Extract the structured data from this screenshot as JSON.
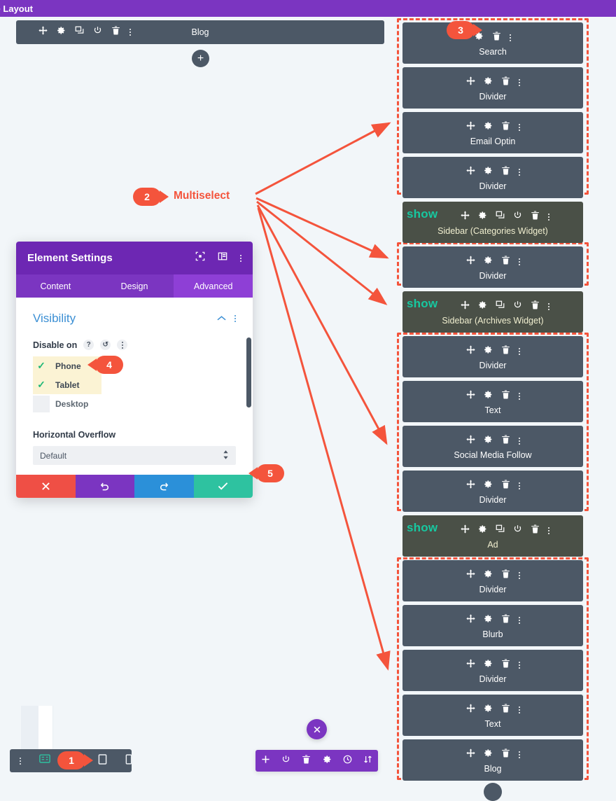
{
  "topbar": {
    "title": "ate Layout",
    "color": "#7b35c1"
  },
  "canvas": {
    "module_bar": {
      "label": "Blog",
      "icons": [
        "move-icon",
        "gear-icon",
        "duplicate-icon",
        "power-icon",
        "trash-icon",
        "kebab-icon"
      ]
    },
    "add_button": "+"
  },
  "panel": {
    "title": "Element Settings",
    "head_icons": [
      "fullscreen-icon",
      "layout-icon",
      "kebab-icon"
    ],
    "tabs": [
      {
        "label": "Content",
        "active": false
      },
      {
        "label": "Design",
        "active": false
      },
      {
        "label": "Advanced",
        "active": true
      }
    ],
    "section": {
      "title": "Visibility",
      "collapse_icon": "chevron-up-icon",
      "menu_icon": "kebab-icon"
    },
    "disable_on": {
      "label": "Disable on",
      "help_icon": "?",
      "reset_icon": "undo-icon",
      "menu_icon": "kebab-icon",
      "options": [
        {
          "label": "Phone",
          "checked": true
        },
        {
          "label": "Tablet",
          "checked": true
        },
        {
          "label": "Desktop",
          "checked": false
        }
      ]
    },
    "horizontal_overflow": {
      "label": "Horizontal Overflow",
      "value": "Default"
    },
    "footer_buttons": [
      {
        "name": "cancel",
        "icon": "✖",
        "color": "#ef4f45"
      },
      {
        "name": "undo",
        "icon": "↺",
        "color": "#7b35c1"
      },
      {
        "name": "redo",
        "icon": "↻",
        "color": "#2b90d9"
      },
      {
        "name": "save",
        "icon": "✓",
        "color": "#2ec2a0"
      }
    ]
  },
  "modules": [
    {
      "name": "Search",
      "show": false,
      "icons": [
        "gear-icon",
        "trash-icon",
        "kebab-icon"
      ]
    },
    {
      "name": "Divider",
      "show": false,
      "icons": [
        "move-icon",
        "gear-icon",
        "trash-icon",
        "kebab-icon"
      ]
    },
    {
      "name": "Email Optin",
      "show": false,
      "icons": [
        "move-icon",
        "gear-icon",
        "trash-icon",
        "kebab-icon"
      ]
    },
    {
      "name": "Divider",
      "show": false,
      "icons": [
        "move-icon",
        "gear-icon",
        "trash-icon",
        "kebab-icon"
      ]
    },
    {
      "name": "Sidebar (Categories Widget)",
      "show": true,
      "tag": "show",
      "icons": [
        "move-icon",
        "gear-icon",
        "duplicate-icon",
        "power-icon",
        "trash-icon",
        "kebab-icon"
      ]
    },
    {
      "name": "Divider",
      "show": false,
      "icons": [
        "move-icon",
        "gear-icon",
        "trash-icon",
        "kebab-icon"
      ]
    },
    {
      "name": "Sidebar (Archives Widget)",
      "show": true,
      "tag": "show",
      "icons": [
        "move-icon",
        "gear-icon",
        "duplicate-icon",
        "power-icon",
        "trash-icon",
        "kebab-icon"
      ]
    },
    {
      "name": "Divider",
      "show": false,
      "icons": [
        "move-icon",
        "gear-icon",
        "trash-icon",
        "kebab-icon"
      ]
    },
    {
      "name": "Text",
      "show": false,
      "icons": [
        "move-icon",
        "gear-icon",
        "trash-icon",
        "kebab-icon"
      ]
    },
    {
      "name": "Social Media Follow",
      "show": false,
      "icons": [
        "move-icon",
        "gear-icon",
        "trash-icon",
        "kebab-icon"
      ]
    },
    {
      "name": "Divider",
      "show": false,
      "icons": [
        "move-icon",
        "gear-icon",
        "trash-icon",
        "kebab-icon"
      ]
    },
    {
      "name": "Ad",
      "show": true,
      "tag": "show",
      "icons": [
        "move-icon",
        "gear-icon",
        "duplicate-icon",
        "power-icon",
        "trash-icon",
        "kebab-icon"
      ]
    },
    {
      "name": "Divider",
      "show": false,
      "icons": [
        "move-icon",
        "gear-icon",
        "trash-icon",
        "kebab-icon"
      ]
    },
    {
      "name": "Blurb",
      "show": false,
      "icons": [
        "move-icon",
        "gear-icon",
        "trash-icon",
        "kebab-icon"
      ]
    },
    {
      "name": "Divider",
      "show": false,
      "icons": [
        "move-icon",
        "gear-icon",
        "trash-icon",
        "kebab-icon"
      ]
    },
    {
      "name": "Text",
      "show": false,
      "icons": [
        "move-icon",
        "gear-icon",
        "trash-icon",
        "kebab-icon"
      ]
    },
    {
      "name": "Blog",
      "show": false,
      "icons": [
        "move-icon",
        "gear-icon",
        "trash-icon",
        "kebab-icon"
      ]
    }
  ],
  "annotations": {
    "markers": [
      {
        "id": "1",
        "text": "1"
      },
      {
        "id": "2",
        "text": "2"
      },
      {
        "id": "3",
        "text": "3"
      },
      {
        "id": "4",
        "text": "4"
      },
      {
        "id": "5",
        "text": "5"
      }
    ],
    "multiselect_label": "Multiselect",
    "accent_color": "#f4543c"
  },
  "viewport_toolbar": {
    "icons": [
      "kebab-icon",
      "desktop-icon",
      "laptop-icon",
      "tablet-icon",
      "phone-icon"
    ],
    "active": "desktop-icon"
  },
  "page_toolbar": {
    "close_icon": "close-icon",
    "icons": [
      "plus-icon",
      "power-icon",
      "trash-icon",
      "gear-icon",
      "history-icon",
      "sort-icon"
    ]
  }
}
